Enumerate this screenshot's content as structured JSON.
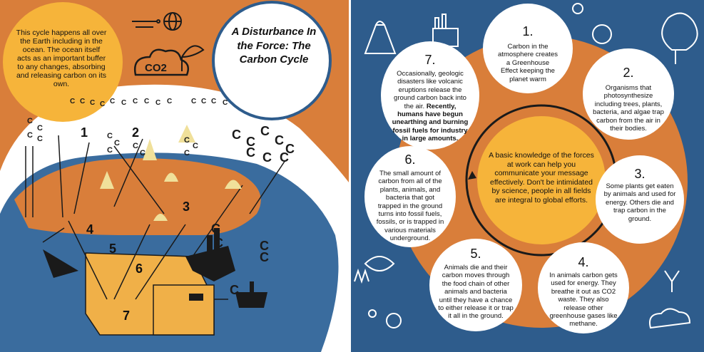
{
  "left": {
    "title": "A Disturbance In the Force: The Carbon Cycle",
    "intro": "This cycle happens all over the Earth including in the ocean. The ocean itself acts as an important buffer to any changes, absorbing and releasing carbon on its own.",
    "co2_label": "CO2",
    "carbon_letter": "C",
    "numbers": [
      "1",
      "2",
      "3",
      "4",
      "5",
      "6",
      "7"
    ]
  },
  "right": {
    "center_text": "A basic knowledge of the forces at work can help you communicate your message effectively. Don't be intimidated by science, people in all fields are integral to global efforts.",
    "steps": [
      {
        "num": "1.",
        "text": "Carbon in the atmosphere creates a Greenhouse Effect keeping the planet warm"
      },
      {
        "num": "2.",
        "text": "Organisms that photosynthesize including trees, plants, bacteria, and algae trap carbon from the air in their bodies."
      },
      {
        "num": "3.",
        "text": "Some plants get eaten by animals and used for energy. Others die and trap carbon in the ground."
      },
      {
        "num": "4.",
        "text": "In animals carbon gets used for energy. They breathe it out as CO2 waste. They also release other greenhouse gases like methane."
      },
      {
        "num": "5.",
        "text": "Animals die and their carbon moves through the food chain of other animals and bacteria until they have a chance to either release it or trap it all in the ground."
      },
      {
        "num": "6.",
        "text": "The small amount of carbon from all of the plants, animals, and bacteria that got trapped in the ground turns into fossil fuels, fossils, or is trapped in various materials underground."
      },
      {
        "num": "7.",
        "text": "Occasionally, geologic disasters like volcanic eruptions release the ground carbon back into the air.",
        "text_bold": "Recently, humans have begun unearthing and burning fossil fuels for industry in large amounts."
      }
    ]
  },
  "colors": {
    "orange": "#d97e3a",
    "blue": "#2e5c8c",
    "yellow": "#f6b43a",
    "sand": "#f0b048",
    "white": "#ffffff",
    "dark": "#1a1a1a"
  },
  "icons": [
    "factory-icon",
    "globe-icon",
    "plant-icon",
    "volcano-icon",
    "tree-icon",
    "earth-icon",
    "sun-icon",
    "deer-icon",
    "grass-icon",
    "cloud-icon",
    "bacteria-icon",
    "fossil-icon",
    "animal-cycle-icon"
  ]
}
